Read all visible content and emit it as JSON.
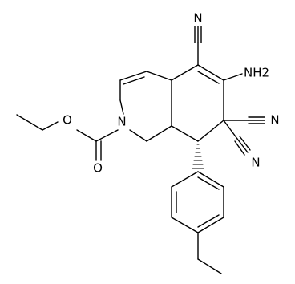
{
  "molecule": {
    "atoms": {
      "N_cyano_top": "N",
      "NH2": "NH2",
      "N_cyano_right": "N",
      "N_cyano_lower": "N",
      "N_ring": "N",
      "O_ether": "O",
      "O_carbonyl": "O"
    }
  }
}
